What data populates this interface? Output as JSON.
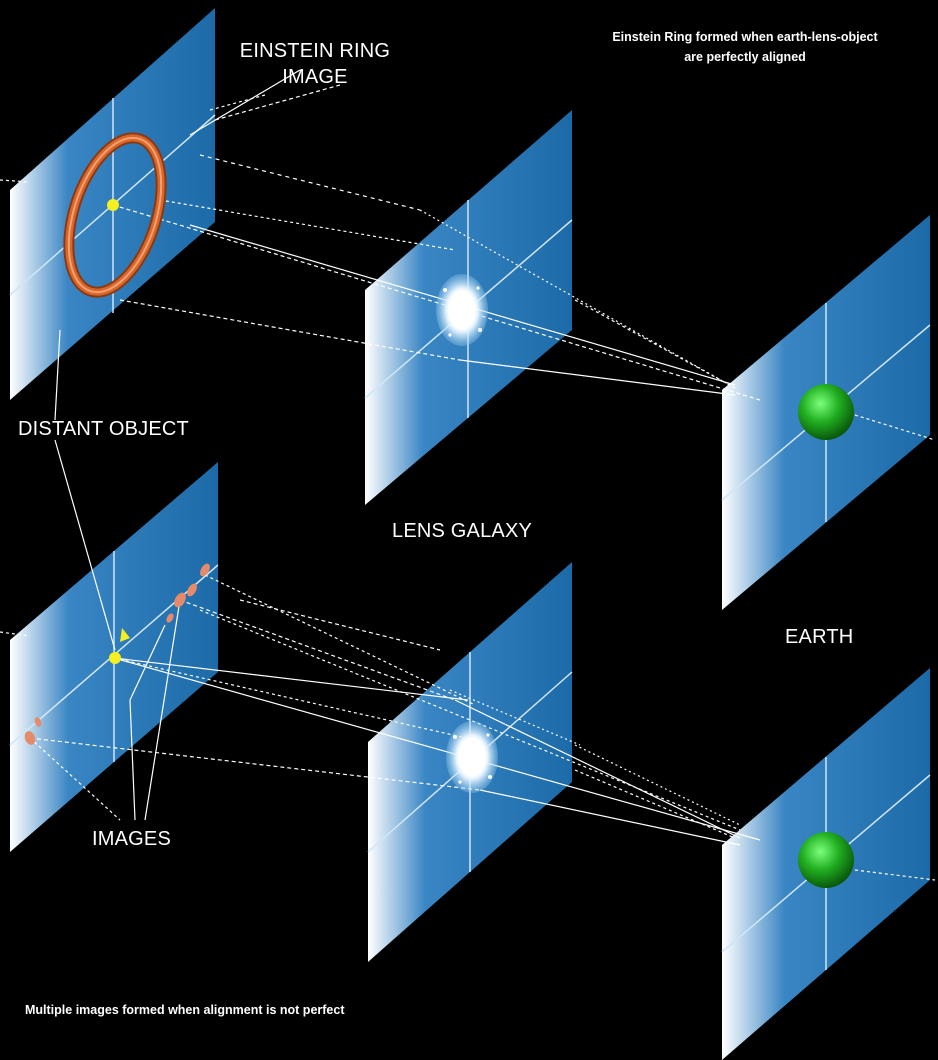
{
  "labels": {
    "einstein_ring_image": "EINSTEIN RING IMAGE",
    "caption_top_line1": "Einstein Ring formed when earth-lens-object",
    "caption_top_line2": "are perfectly aligned",
    "distant_object": "DISTANT OBJECT",
    "lens_galaxy": "LENS GALAXY",
    "earth": "EARTH",
    "images": "IMAGES",
    "caption_bottom": "Multiple images formed when alignment is not perfect"
  },
  "colors": {
    "background": "#000000",
    "plane": "#1f6fae",
    "plane_highlight": "#ffffff",
    "ring": "#d9662a",
    "distant_object": "#f5f01f",
    "earth": "#22b022",
    "image_blobs": "#e58a6a",
    "lines": "#ffffff"
  },
  "scenes": [
    {
      "name": "aligned",
      "shows_ring": true
    },
    {
      "name": "misaligned",
      "shows_ring": false
    }
  ]
}
